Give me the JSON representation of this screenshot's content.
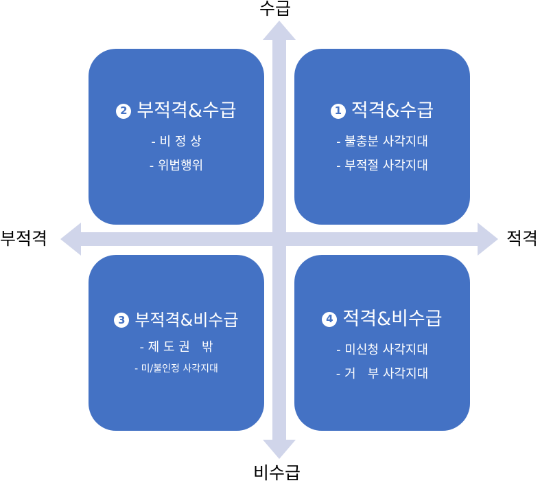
{
  "axes": {
    "top": "수급",
    "bottom": "비수급",
    "left": "부적격",
    "right": "적격"
  },
  "quadrants": [
    {
      "number": "2",
      "title": "부적격&수급",
      "items": [
        "- 비 정 상",
        "- 위법행위"
      ]
    },
    {
      "number": "1",
      "title": "적격&수급",
      "items": [
        "- 불충분 사각지대",
        "- 부적절 사각지대"
      ]
    },
    {
      "number": "3",
      "title": "부적격&비수급",
      "items": [
        "- 제 도 권   밖",
        "- 미/불인정 사각지대"
      ]
    },
    {
      "number": "4",
      "title": "적격&비수급",
      "items": [
        "- 미신청 사각지대",
        "- 거   부 사각지대"
      ]
    }
  ],
  "colors": {
    "box": "#4472c4",
    "arrow": "#d0d5ea",
    "text_on_box": "#ffffff"
  }
}
